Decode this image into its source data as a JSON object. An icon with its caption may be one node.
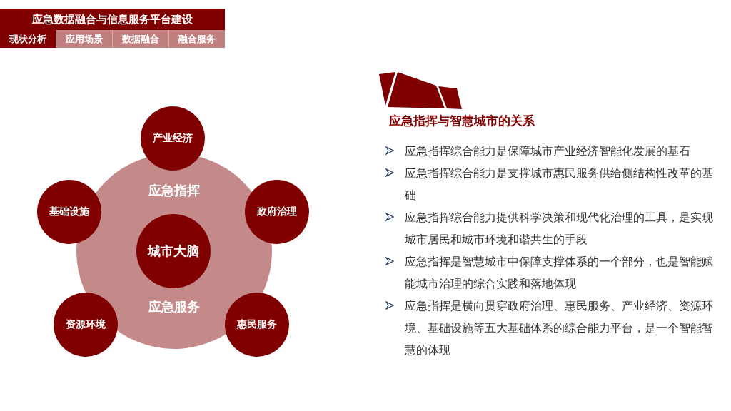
{
  "diagram": {
    "title": "应急数据融合与信息服务平台建设",
    "nodes": [
      {
        "text": [
          "应急指挥",
          "应急服务"
        ]
      },
      {
        "text": [
          "城市大脑"
        ],
        "in": 0
      },
      {
        "text": [
          "产业经济"
        ]
      },
      {
        "text": [
          "政府治理"
        ]
      },
      {
        "text": [
          "惠民服务"
        ]
      },
      {
        "text": [
          "资源环境"
        ]
      },
      {
        "text": [
          "基础设施"
        ]
      },
      {
        "text": [
          "现状分析"
        ]
      },
      {
        "text": [
          "应用场景"
        ]
      },
      {
        "text": [
          "数据融合"
        ]
      },
      {
        "text": [
          "融合服务"
        ]
      }
    ],
    "labels": [
      "应急指挥与智慧城市的关系",
      "应急指挥综合能力是保障城市产业经济智能化发展的基石",
      "应急指挥综合能力是支撑城市惠民服务供给侧结构性改革的基础",
      "应急指挥综合能力提供科学决策和现代化治理的工具，是实现城市居民和城市环境和谐共生的手段",
      "应急指挥是智慧城市中保障支撑体系的一个部分，也是智能赋能城市治理的综合实践和落地体现",
      "应急指挥是横向贯穿政府治理、惠民服务、产业经济、资源环境、基础设施等五大基础体系的综合能力平台，是一个智能智慧的体现"
    ]
  }
}
